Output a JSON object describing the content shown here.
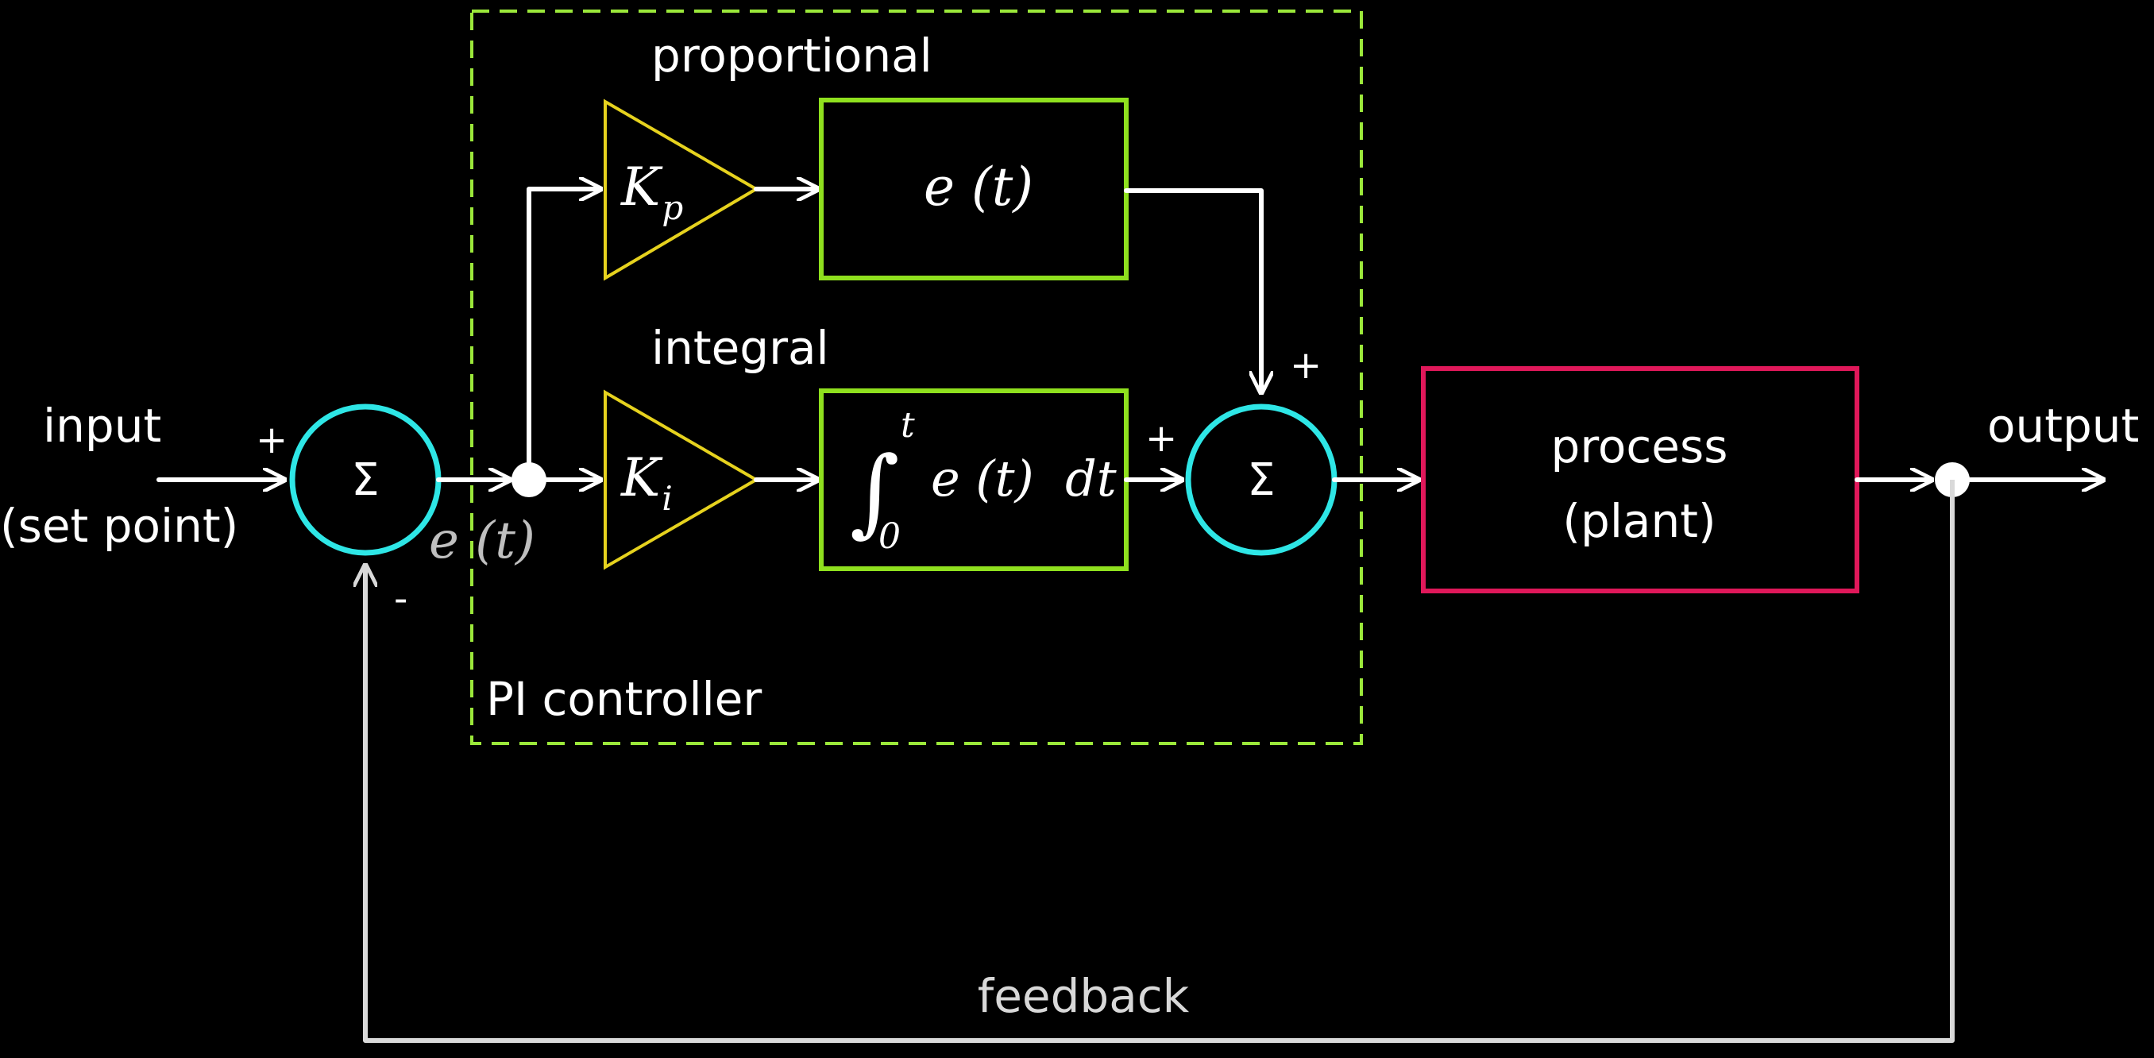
{
  "labels": {
    "input": "input",
    "set_point": "(set point)",
    "output": "output",
    "feedback": "feedback",
    "proportional": "proportional",
    "integral": "integral",
    "pi_controller": "PI controller",
    "process": "process",
    "plant": "(plant)"
  },
  "signs": {
    "input_plus": "+",
    "feedback_minus": "-",
    "prop_plus": "+",
    "int_plus": "+"
  },
  "symbols": {
    "sigma": "Σ",
    "K": "K",
    "p": "p",
    "i": "i",
    "e_of_t": "e (t)",
    "integral_sign": "∫",
    "upper_limit": "t",
    "lower_limit": "0",
    "integrand": "e (t)  dt"
  },
  "colors": {
    "background": "#000000",
    "summing_junction": "#2ee6e6",
    "gain": "#e6d21e",
    "block": "#8fe01e",
    "process": "#e0185a",
    "controller_border": "#9be83a",
    "wire": "#ffffff",
    "feedback_wire": "#d9d9d9"
  }
}
